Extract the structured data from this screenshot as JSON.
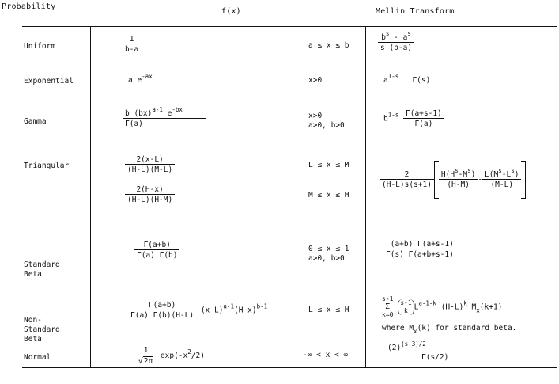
{
  "headers": {
    "probability": "Probability",
    "fx": "f(x)",
    "mellin": "Mellin Transform"
  },
  "rows": [
    {
      "name": "Uniform",
      "f_num": "1",
      "f_den": "b-a",
      "cond1": "a ≤ x ≤ b",
      "m_num_a": "b",
      "m_num_sup1": "s",
      "m_num_mid": " - a",
      "m_num_sup2": "s",
      "m_den": "s (b-a)"
    },
    {
      "name": "Exponential",
      "f_base": "a e",
      "f_sup": "-ax",
      "cond1": "x>0",
      "m_base": "a",
      "m_sup": "1-s",
      "m_tail": "Γ(s)"
    },
    {
      "name": "Gamma",
      "f_num_a": "b (bx)",
      "f_num_sup1": "a-1",
      "f_num_mid": " e",
      "f_num_sup2": "-bx",
      "f_den": "Γ(a)",
      "cond1": "x>0",
      "cond2": "a>0, b>0",
      "m_base": "b",
      "m_sup": "1-s",
      "m_num": "Γ(a+s-1)",
      "m_den": "Γ(a)"
    },
    {
      "name": "Triangular",
      "f1_num": "2(x-L)",
      "f1_den": "(H-L)(M-L)",
      "cond1": "L ≤ x ≤ M",
      "f2_num": "2(H-x)",
      "f2_den": "(H-L)(H-M)",
      "cond2": "M ≤ x ≤ H",
      "m_pre_num": "2",
      "m_pre_den": "(H-L)s(s+1)",
      "m_a_num_base": "H(H",
      "m_a_num_sup1": "s",
      "m_a_num_mid": "-M",
      "m_a_num_sup2": "s",
      "m_a_num_end": ")",
      "m_a_den": "(H-M)",
      "m_minus": "-",
      "m_b_num_base": "L(M",
      "m_b_num_sup1": "s",
      "m_b_num_mid": "-L",
      "m_b_num_sup2": "s",
      "m_b_num_end": ")",
      "m_b_den": "(M-L)"
    },
    {
      "name_line1": "Standard",
      "name_line2": "Beta",
      "f_num": "Γ(a+b)",
      "f_den": "Γ(a) Γ(b)",
      "cond1": "0 ≤ x ≤ 1",
      "cond2": "a>0, b>0",
      "m_num": "Γ(a+b) Γ(a+s-1)",
      "m_den": "Γ(s) Γ(a+b+s-1)"
    },
    {
      "name_line1": "Non-",
      "name_line2": "Standard",
      "name_line3": "Beta",
      "f_num": "Γ(a+b)",
      "f_den": "Γ(a) Γ(b)(H-L)",
      "f_tail1": "(x-L)",
      "f_sup1": "a-1",
      "f_tail2": "(H-x)",
      "f_sup2": "b-1",
      "cond1": "L ≤ x ≤ H",
      "m_sum_top": "s-1",
      "m_sum_sym": "Σ",
      "m_sum_bot": "k=0",
      "m_binom_top": "s-1",
      "m_binom_bot": "k",
      "m_t1": "L",
      "m_t1_sup": "a-1-k",
      "m_t2": "(H-L)",
      "m_t2_sup": "k",
      "m_t3": "M",
      "m_t3_sub": "x",
      "m_t4": "(k+1)",
      "m_note_a": "where M",
      "m_note_sub": "x",
      "m_note_b": "(k) for standard beta."
    },
    {
      "name": "Normal",
      "f_num": "1",
      "f_den_sqrt": "2π",
      "f_tail": "exp(-x",
      "f_sup": "2",
      "f_tail2": "/2)",
      "cond1": "-∞ < x < ∞",
      "m_num_a": "(2)",
      "m_num_sup": "(s-3)/2",
      "m_den": "Γ(s/2)"
    }
  ]
}
